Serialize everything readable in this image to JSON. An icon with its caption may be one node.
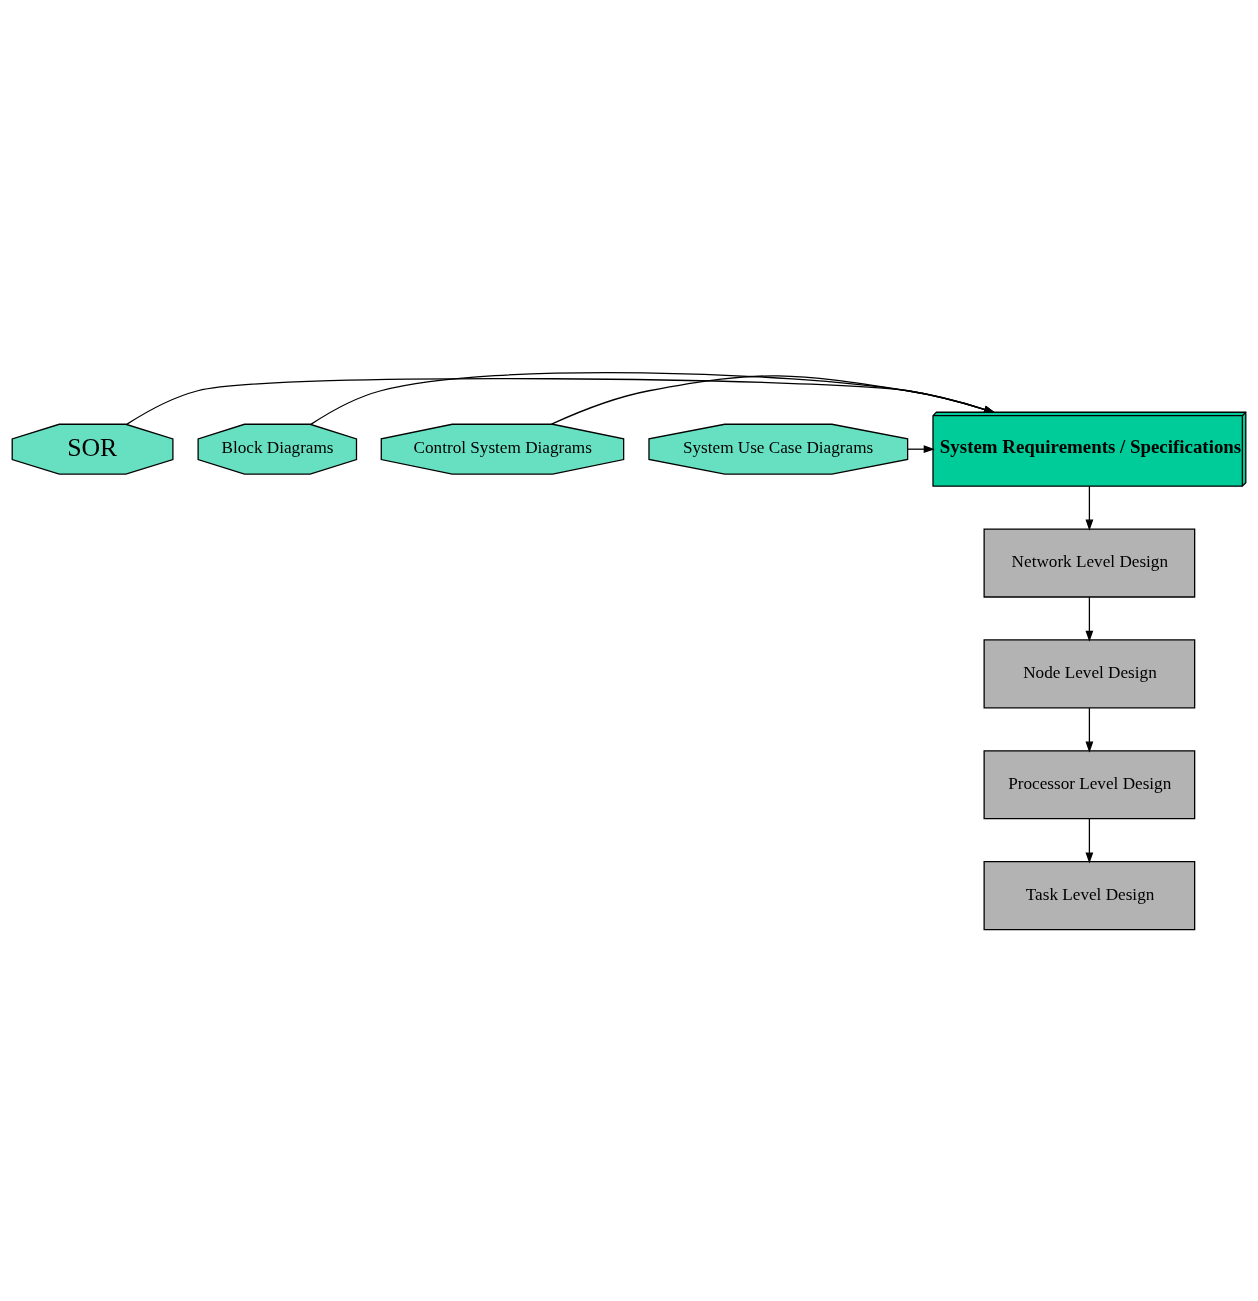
{
  "diagram": {
    "nodes": [
      {
        "text": [
          "System Requirements / Specifications"
        ]
      },
      {
        "text": [
          "SOR"
        ]
      },
      {
        "text": [
          "Block Diagrams"
        ]
      },
      {
        "text": [
          "Control System Diagrams"
        ]
      },
      {
        "text": [
          "System Use Case Diagrams"
        ]
      },
      {
        "text": [
          "Network Level Design"
        ]
      },
      {
        "text": [
          "Node Level Design"
        ]
      },
      {
        "text": [
          "Processor Level Design"
        ]
      },
      {
        "text": [
          "Task Level Design"
        ]
      }
    ],
    "edges": [
      {
        "from": 1,
        "to": 0,
        "arrow": "to"
      },
      {
        "from": 2,
        "to": 0,
        "arrow": "to"
      },
      {
        "from": 3,
        "to": 0,
        "arrow": "to"
      },
      {
        "from": 4,
        "to": 0,
        "arrow": "to"
      },
      {
        "from": 0,
        "to": 5,
        "arrow": "to"
      },
      {
        "from": 5,
        "to": 6,
        "arrow": "to"
      },
      {
        "from": 6,
        "to": 7,
        "arrow": "to"
      },
      {
        "from": 7,
        "to": 8,
        "arrow": "to"
      }
    ]
  }
}
